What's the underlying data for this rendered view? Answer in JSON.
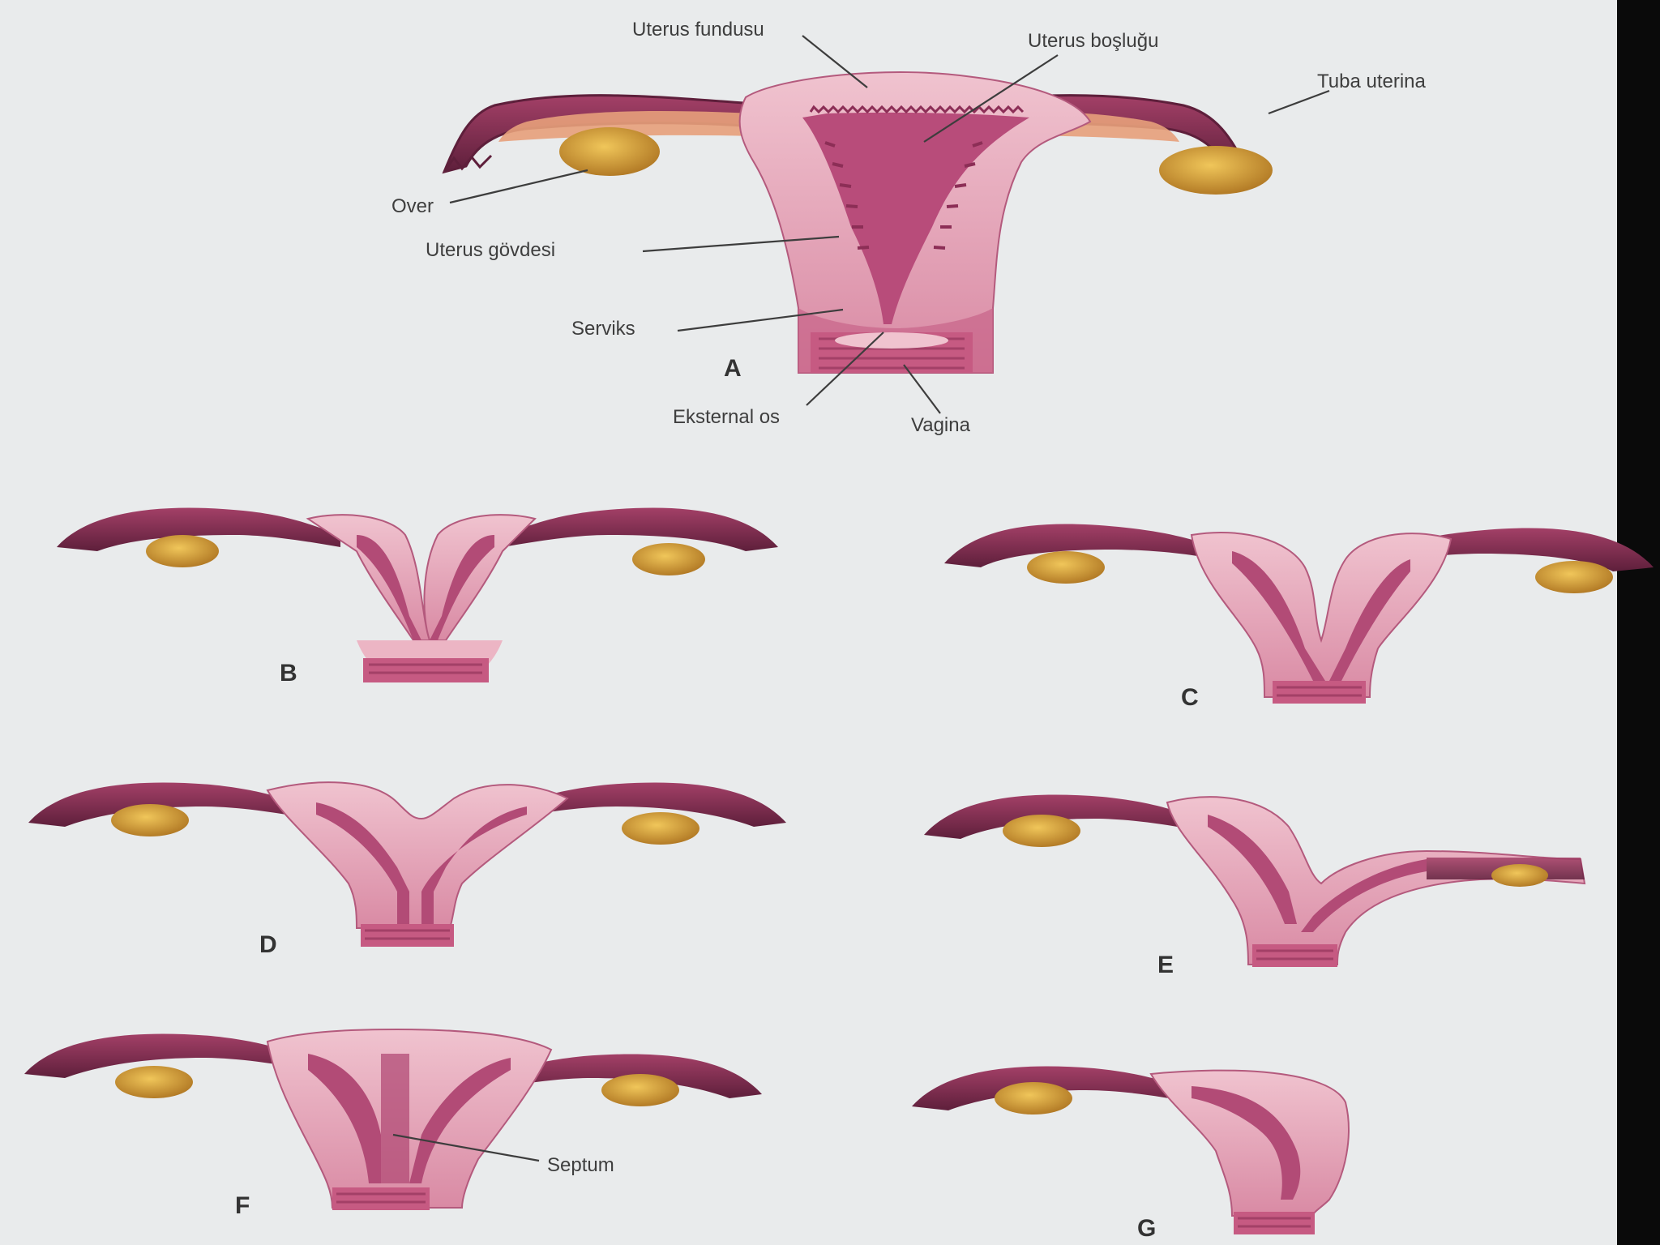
{
  "figure": {
    "labels": {
      "uterus_fundusu": "Uterus fundusu",
      "uterus_boslugu": "Uterus boşluğu",
      "tuba_uterina": "Tuba uterina",
      "over": "Over",
      "uterus_govdesi": "Uterus gövdesi",
      "serviks": "Serviks",
      "eksternal_os": "Eksternal os",
      "vagina": "Vagina",
      "septum": "Septum"
    },
    "panels": [
      {
        "letter": "A"
      },
      {
        "letter": "B"
      },
      {
        "letter": "C"
      },
      {
        "letter": "D"
      },
      {
        "letter": "E"
      },
      {
        "letter": "F"
      },
      {
        "letter": "G"
      }
    ]
  },
  "colors": {
    "background": "#e9ebec",
    "tissue_light": "#eab3c2",
    "tissue_dark": "#b24b76",
    "tissue_outline": "#7a2a4a",
    "ovary": "#d7a542",
    "vagina": "#c65a82"
  }
}
